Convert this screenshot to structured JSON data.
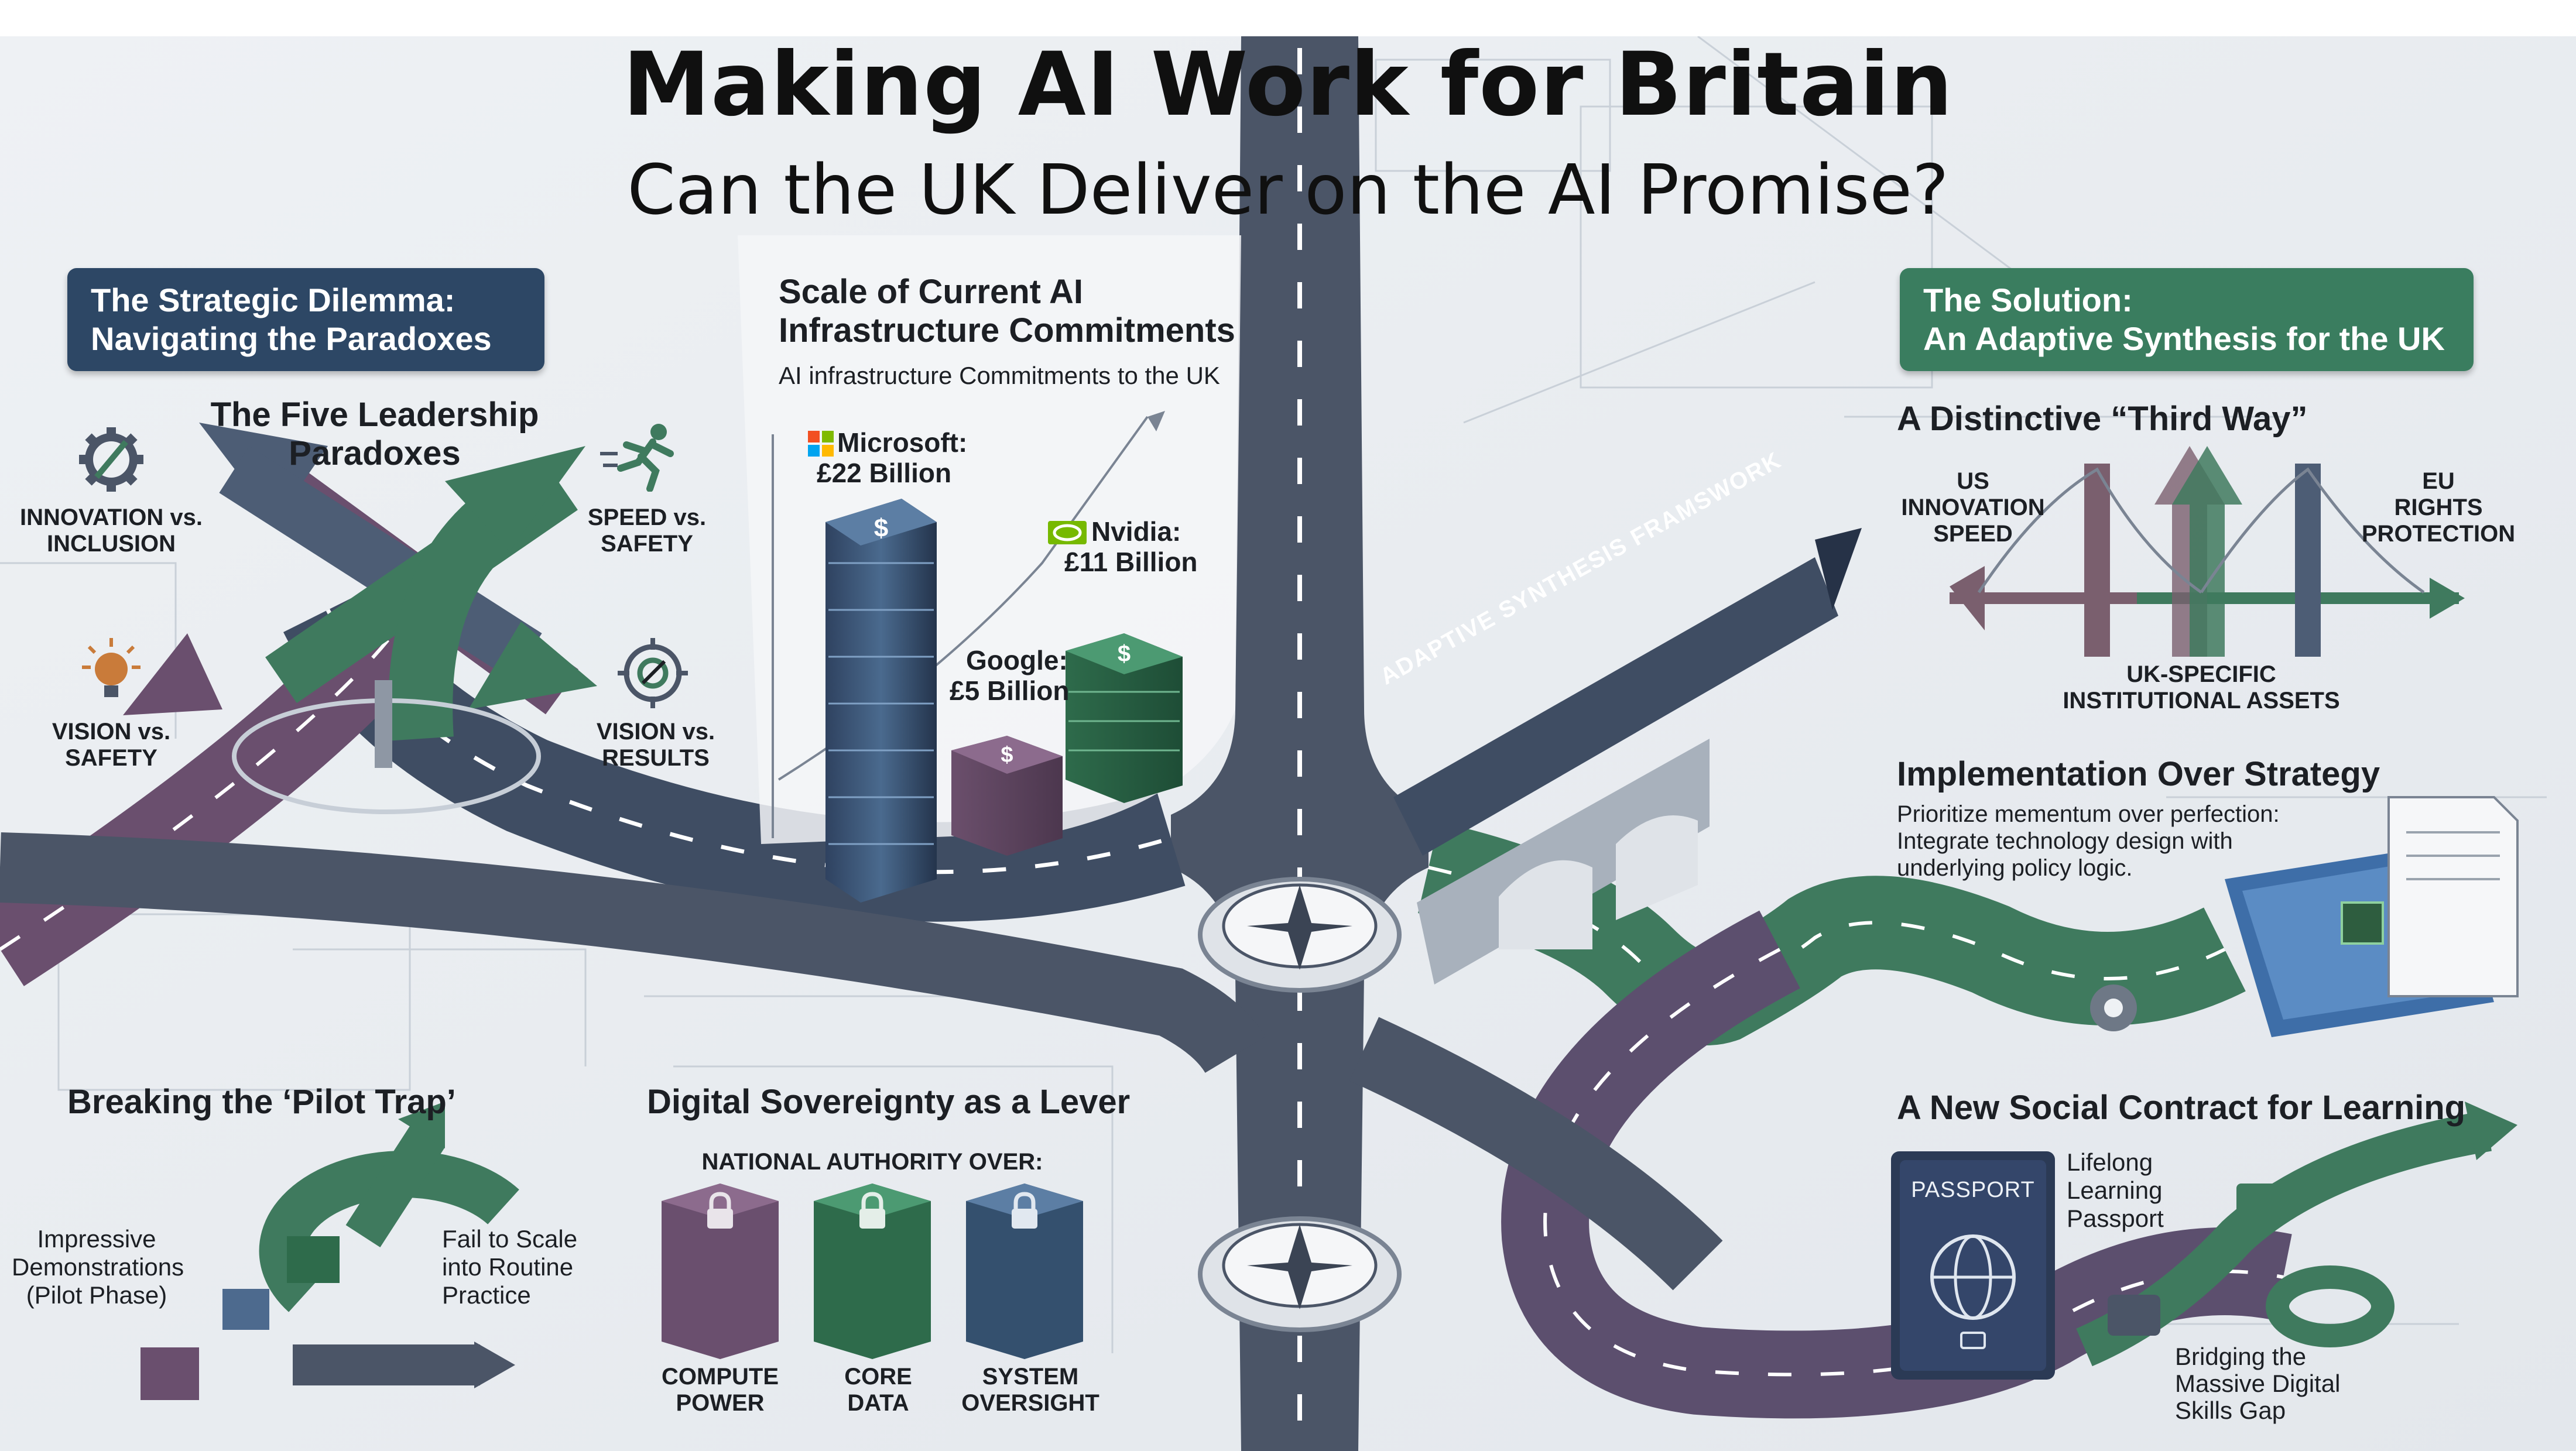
{
  "header": {
    "title": "Making AI Work for Britain",
    "subtitle": "Can the UK Deliver on the AI Promise?"
  },
  "left": {
    "banner_line1": "The Strategic Dilemma:",
    "banner_line2": "Navigating the Paradoxes",
    "paradoxes_title_1": "The Five Leadership",
    "paradoxes_title_2": "Paradoxes",
    "p1_line1": "INNOVATION vs.",
    "p1_line2": "INCLUSION",
    "p2_line1": "SPEED vs.",
    "p2_line2": "SAFETY",
    "p3_line1": "VISION vs.",
    "p3_line2": "SAFETY",
    "p4_line1": "VISION vs.",
    "p4_line2": "RESULTS",
    "pilot_title": "Breaking the ‘Pilot Trap’",
    "pilot_left_1": "Impressive",
    "pilot_left_2": "Demonstrations",
    "pilot_left_3": "(Pilot Phase)",
    "pilot_right_1": "Fail to Scale",
    "pilot_right_2": "into Routine",
    "pilot_right_3": "Practice"
  },
  "center": {
    "infra_title_1": "Scale of Current AI",
    "infra_title_2": "Infrastructure Commitments",
    "infra_subtitle": "AI infrastructure Commitments to the UK",
    "microsoft_name": "Microsoft:",
    "microsoft_value": "£22 Billion",
    "nvidia_name": "Nvidia:",
    "nvidia_value": "£11 Billion",
    "google_name": "Google:",
    "google_value": "£5 Billion",
    "bridge_label": "ADAPTIVE SYNTHESIS FRAMSWORK",
    "sovereignty_title": "Digital Sovereignty as a Lever",
    "sovereignty_subtitle": "NATIONAL AUTHORITY OVER:",
    "s1_line1": "COMPUTE",
    "s1_line2": "POWER",
    "s2_line1": "CORE",
    "s2_line2": "DATA",
    "s3_line1": "SYSTEM",
    "s3_line2": "OVERSIGHT"
  },
  "right": {
    "banner_line1": "The Solution:",
    "banner_line2": "An Adaptive Synthesis for the UK",
    "third_way_title": "A Distinctive “Third Way”",
    "us_line1": "US",
    "us_line2": "INNOVATION",
    "us_line3": "SPEED",
    "eu_line1": "EU",
    "eu_line2": "RIGHTS",
    "eu_line3": "PROTECTION",
    "uk_line1": "UK-SPECIFIC",
    "uk_line2": "INSTITUTIONAL ASSETS",
    "impl_title": "Implementation Over Strategy",
    "impl_body_1": "Prioritize mementum over perfection:",
    "impl_body_2": "Integrate technology design with",
    "impl_body_3": "underlying policy logic.",
    "contract_title": "A New Social Contract for Learning",
    "passport_label": "PASSPORT",
    "lifelong_1": "Lifelong",
    "lifelong_2": "Learning",
    "lifelong_3": "Passport",
    "bridging_1": "Bridging the",
    "bridging_2": "Massive Digital",
    "bridging_3": "Skills Gap"
  },
  "colors": {
    "blue_banner": "#2d4765",
    "green_banner": "#3a7d5f",
    "road_slate": "#3f4d63",
    "road_green": "#3f7a5e",
    "road_purple": "#6a4f6e"
  },
  "icons": [
    "gear-icon",
    "running-person-icon",
    "lightbulb-icon",
    "target-icon",
    "compass-icon",
    "lock-icon",
    "dollar-icon",
    "globe-icon",
    "chip-icon",
    "book-icon",
    "microsoft-logo-icon",
    "nvidia-logo-icon"
  ]
}
